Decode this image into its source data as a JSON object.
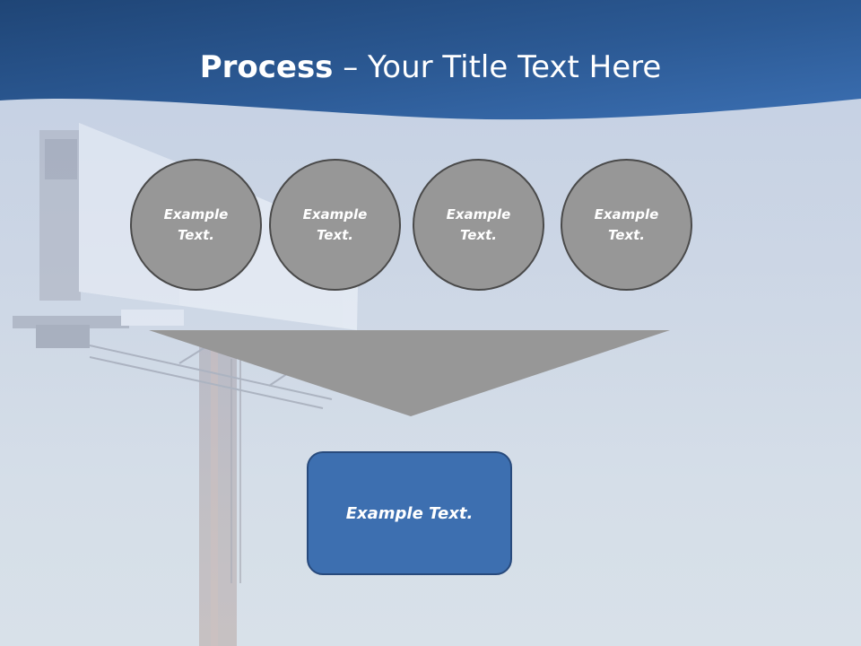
{
  "slide": {
    "title_bold": "Process",
    "title_rest": " – Your Title Text Here"
  },
  "process_steps": [
    {
      "label": "Example Text."
    },
    {
      "label": "Example Text."
    },
    {
      "label": "Example Text."
    },
    {
      "label": "Example Text."
    }
  ],
  "result": {
    "label": "Example Text."
  },
  "colors": {
    "header_blue": "#2f5a93",
    "circle_fill": "#979797",
    "circle_border": "#4a4a4a",
    "funnel_gray": "#979797",
    "result_fill": "#3d6fb0",
    "result_border": "#284a7c"
  },
  "icons": {
    "background": "billboard-illustration"
  }
}
